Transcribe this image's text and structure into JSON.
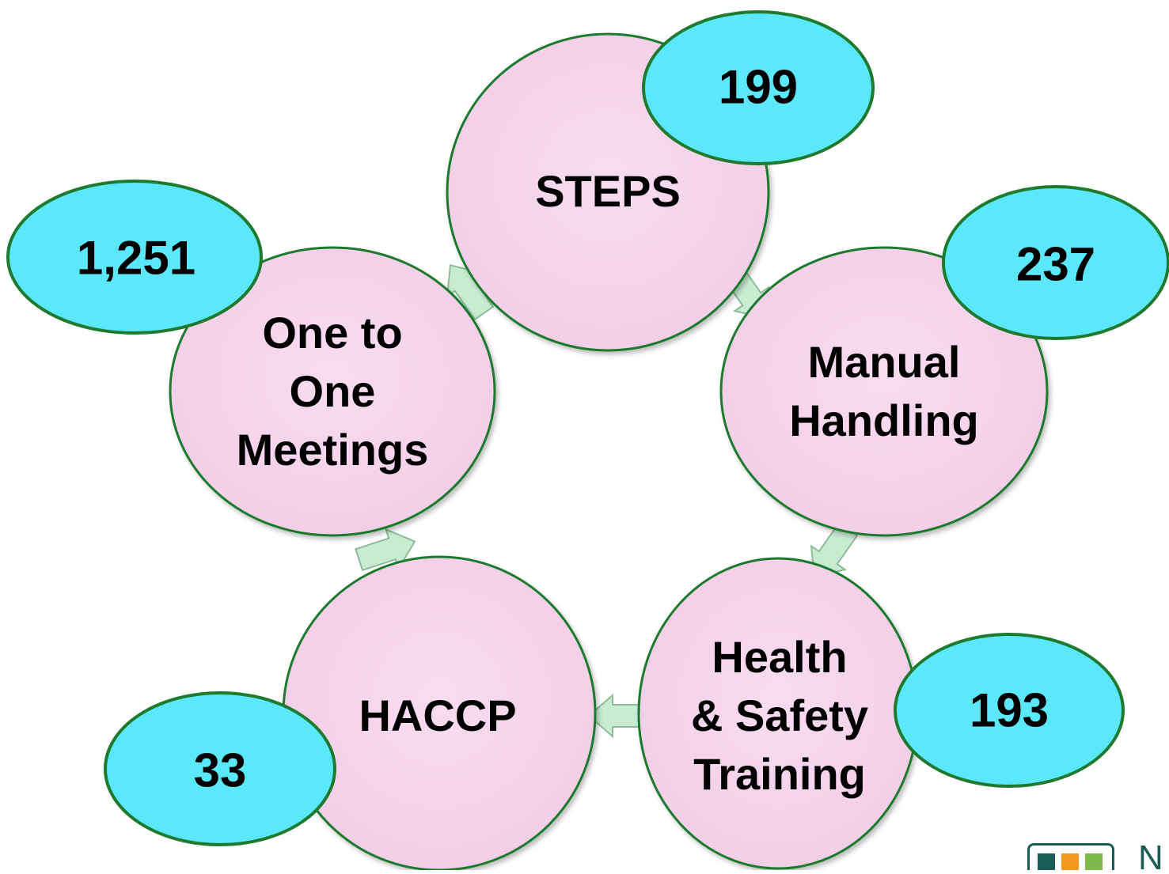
{
  "diagram": {
    "nodes": [
      {
        "id": "steps",
        "lines": [
          "STEPS"
        ],
        "count": "199"
      },
      {
        "id": "manual-handling",
        "lines": [
          "Manual",
          "Handling"
        ],
        "count": "237"
      },
      {
        "id": "health-safety",
        "lines": [
          "Health",
          "& Safety",
          "Training"
        ],
        "count": "193"
      },
      {
        "id": "haccp",
        "lines": [
          "HACCP"
        ],
        "count": "33"
      },
      {
        "id": "one-to-one",
        "lines": [
          "One to",
          "One",
          "Meetings"
        ],
        "count": "1,251"
      }
    ],
    "flow": "clockwise cycle"
  },
  "colors": {
    "circle_fill": "#f7d4ec",
    "circle_stroke": "#1e7a2e",
    "badge_fill": "#5ce8fb",
    "badge_stroke": "#1e7a2e",
    "arrow_fill": "#c9ebd2",
    "arrow_stroke": "#8dbb98"
  },
  "logo": {
    "icon": "organization-logo",
    "letters": "N",
    "colors": [
      "#1a5c56",
      "#f29a1f",
      "#7fb84a"
    ]
  }
}
